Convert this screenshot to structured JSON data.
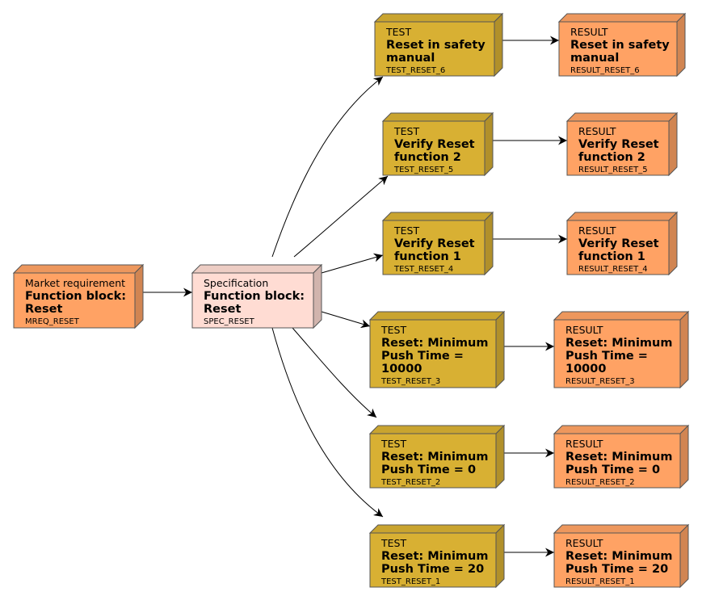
{
  "colors": {
    "requirement": "#ffa264",
    "specification": "#ffdcd3",
    "test": "#d8b033",
    "result": "#ffa264",
    "stroke": "#555555"
  },
  "nodes": {
    "mreq_reset": {
      "kind": "Market requirement",
      "title": [
        "Function block:",
        "Reset"
      ],
      "id": "MREQ_RESET"
    },
    "spec_reset": {
      "kind": "Specification",
      "title": [
        "Function block:",
        "Reset"
      ],
      "id": "SPEC_RESET"
    },
    "test_reset_6": {
      "kind": "TEST",
      "title": [
        "Reset in safety",
        "manual"
      ],
      "id": "TEST_RESET_6"
    },
    "result_reset_6": {
      "kind": "RESULT",
      "title": [
        "Reset in safety",
        "manual"
      ],
      "id": "RESULT_RESET_6"
    },
    "test_reset_5": {
      "kind": "TEST",
      "title": [
        "Verify Reset",
        "function 2"
      ],
      "id": "TEST_RESET_5"
    },
    "result_reset_5": {
      "kind": "RESULT",
      "title": [
        "Verify Reset",
        "function 2"
      ],
      "id": "RESULT_RESET_5"
    },
    "test_reset_4": {
      "kind": "TEST",
      "title": [
        "Verify Reset",
        "function 1"
      ],
      "id": "TEST_RESET_4"
    },
    "result_reset_4": {
      "kind": "RESULT",
      "title": [
        "Verify Reset",
        "function 1"
      ],
      "id": "RESULT_RESET_4"
    },
    "test_reset_3": {
      "kind": "TEST",
      "title": [
        "Reset: Minimum",
        "Push Time =",
        "10000"
      ],
      "id": "TEST_RESET_3"
    },
    "result_reset_3": {
      "kind": "RESULT",
      "title": [
        "Reset: Minimum",
        "Push Time =",
        "10000"
      ],
      "id": "RESULT_RESET_3"
    },
    "test_reset_2": {
      "kind": "TEST",
      "title": [
        "Reset: Minimum",
        "Push Time = 0"
      ],
      "id": "TEST_RESET_2"
    },
    "result_reset_2": {
      "kind": "RESULT",
      "title": [
        "Reset: Minimum",
        "Push Time = 0"
      ],
      "id": "RESULT_RESET_2"
    },
    "test_reset_1": {
      "kind": "TEST",
      "title": [
        "Reset: Minimum",
        "Push Time = 20"
      ],
      "id": "TEST_RESET_1"
    },
    "result_reset_1": {
      "kind": "RESULT",
      "title": [
        "Reset: Minimum",
        "Push Time = 20"
      ],
      "id": "RESULT_RESET_1"
    }
  },
  "edges": [
    {
      "from": "mreq_reset",
      "to": "spec_reset"
    },
    {
      "from": "spec_reset",
      "to": "test_reset_6"
    },
    {
      "from": "spec_reset",
      "to": "test_reset_5"
    },
    {
      "from": "spec_reset",
      "to": "test_reset_4"
    },
    {
      "from": "spec_reset",
      "to": "test_reset_3"
    },
    {
      "from": "spec_reset",
      "to": "test_reset_2"
    },
    {
      "from": "spec_reset",
      "to": "test_reset_1"
    },
    {
      "from": "test_reset_6",
      "to": "result_reset_6"
    },
    {
      "from": "test_reset_5",
      "to": "result_reset_5"
    },
    {
      "from": "test_reset_4",
      "to": "result_reset_4"
    },
    {
      "from": "test_reset_3",
      "to": "result_reset_3"
    },
    {
      "from": "test_reset_2",
      "to": "result_reset_2"
    },
    {
      "from": "test_reset_1",
      "to": "result_reset_1"
    }
  ]
}
